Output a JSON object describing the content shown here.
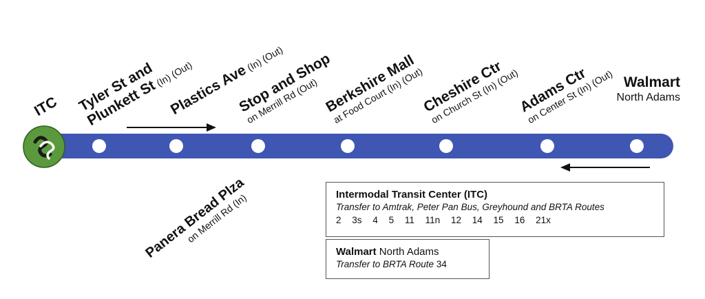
{
  "origin": {
    "label": "ITC"
  },
  "stops_top": [
    {
      "name_line1": "Tyler St and",
      "name_line2": "Plunkett St",
      "io": "(In) (Out)",
      "sub": ""
    },
    {
      "name": "Plastics Ave",
      "io": "(In) (Out)",
      "sub": ""
    },
    {
      "name": "Stop and Shop",
      "sub": "on Merrill Rd (Out)"
    },
    {
      "name": "Berkshire Mall",
      "sub": "at Food Court (In) (Out)"
    },
    {
      "name": "Cheshire Ctr",
      "sub": "on Church St (In) (Out)"
    },
    {
      "name": "Adams Ctr",
      "sub": "on Center St (In) (Out)"
    }
  ],
  "terminus": {
    "name": "Walmart",
    "sub": "North Adams"
  },
  "stop_bottom": {
    "name": "Panera Bread Plza",
    "sub": "on Merrill Rd (In)"
  },
  "colors": {
    "route": "#3f56b3",
    "logo_green": "#5b9a3c"
  },
  "info_itc": {
    "title": "Intermodal Transit Center (ITC)",
    "transfer": "Transfer to Amtrak, Peter Pan Bus, Greyhound and BRTA Routes",
    "routes": [
      "2",
      "3s",
      "4",
      "5",
      "11",
      "11n",
      "12",
      "14",
      "15",
      "16",
      "21x"
    ]
  },
  "info_walmart": {
    "title_bold": "Walmart",
    "title_normal": "North Adams",
    "transfer_italic": "Transfer to BRTA Route",
    "transfer_route": "34"
  }
}
